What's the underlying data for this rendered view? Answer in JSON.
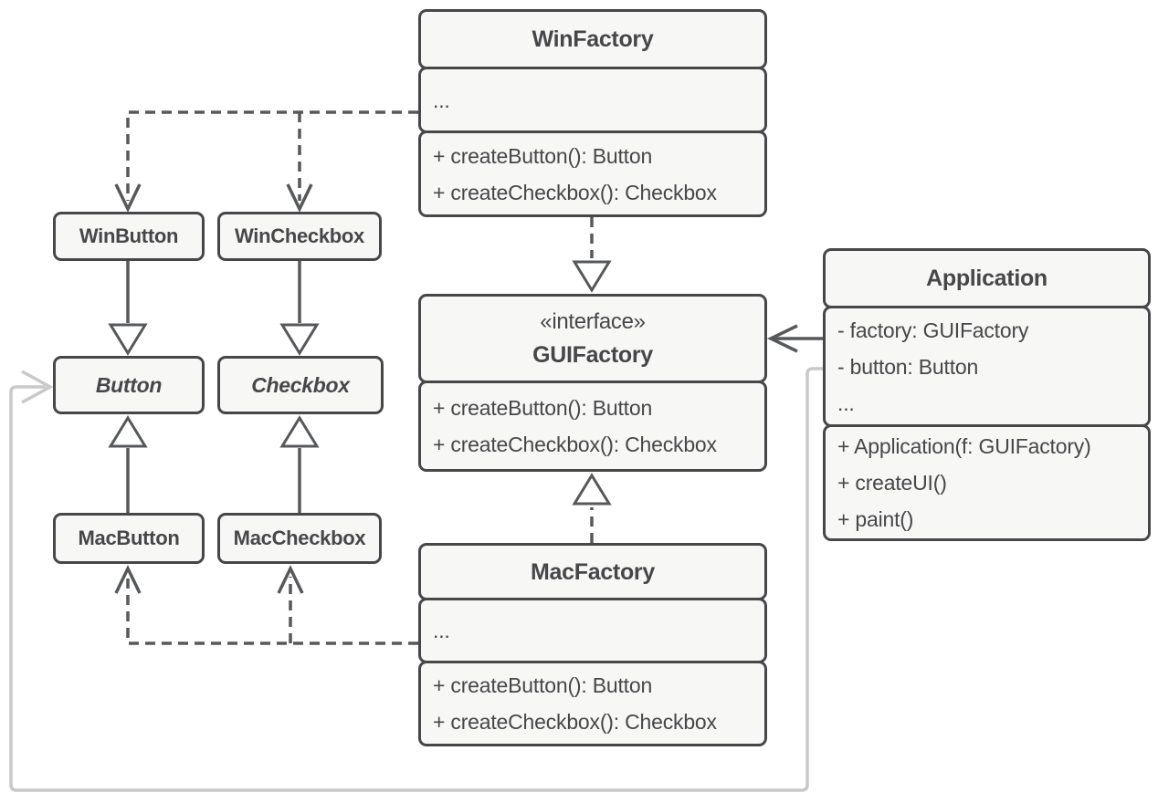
{
  "colors": {
    "border": "#47474a",
    "fill": "#f7f7f6",
    "line": "#56585b",
    "gray": "#c9c9c9"
  },
  "classes": {
    "winfactory": {
      "name": "WinFactory",
      "attributes": [
        "..."
      ],
      "methods": [
        "+ createButton(): Button",
        "+ createCheckbox(): Checkbox"
      ]
    },
    "guifactory": {
      "stereotype": "«interface»",
      "name": "GUIFactory",
      "methods": [
        "+ createButton(): Button",
        "+ createCheckbox(): Checkbox"
      ]
    },
    "macfactory": {
      "name": "MacFactory",
      "attributes": [
        "..."
      ],
      "methods": [
        "+ createButton(): Button",
        "+ createCheckbox(): Checkbox"
      ]
    },
    "application": {
      "name": "Application",
      "attributes": [
        "- factory: GUIFactory",
        "- button: Button",
        "..."
      ],
      "methods": [
        "+ Application(f: GUIFactory)",
        "+ createUI()",
        "+ paint()"
      ]
    },
    "winbutton": {
      "name": "WinButton"
    },
    "wincheckbox": {
      "name": "WinCheckbox"
    },
    "button": {
      "name": "Button"
    },
    "checkbox": {
      "name": "Checkbox"
    },
    "macbutton": {
      "name": "MacButton"
    },
    "maccheckbox": {
      "name": "MacCheckbox"
    }
  },
  "relationships": [
    {
      "from": "WinFactory",
      "to": "WinButton",
      "type": "dependency-dashed"
    },
    {
      "from": "WinFactory",
      "to": "WinCheckbox",
      "type": "dependency-dashed"
    },
    {
      "from": "WinFactory",
      "to": "GUIFactory",
      "type": "realization"
    },
    {
      "from": "MacFactory",
      "to": "GUIFactory",
      "type": "realization"
    },
    {
      "from": "MacFactory",
      "to": "MacButton",
      "type": "dependency-dashed"
    },
    {
      "from": "MacFactory",
      "to": "MacCheckbox",
      "type": "dependency-dashed"
    },
    {
      "from": "WinButton",
      "to": "Button",
      "type": "inheritance"
    },
    {
      "from": "WinCheckbox",
      "to": "Checkbox",
      "type": "inheritance"
    },
    {
      "from": "MacButton",
      "to": "Button",
      "type": "inheritance"
    },
    {
      "from": "MacCheckbox",
      "to": "Checkbox",
      "type": "inheritance"
    },
    {
      "from": "Application",
      "to": "GUIFactory",
      "type": "association"
    },
    {
      "from": "Application",
      "to": "Button",
      "type": "association-gray"
    }
  ]
}
